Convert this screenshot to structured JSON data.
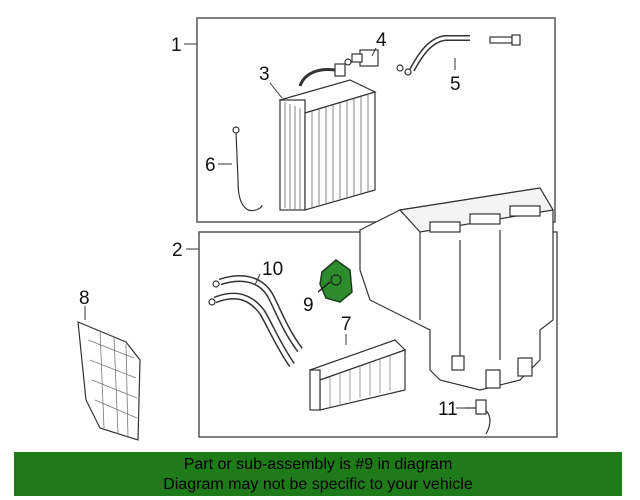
{
  "diagram": {
    "callouts": {
      "group1": "1",
      "group2": "2",
      "part3": "3",
      "part4": "4",
      "part5": "5",
      "part6": "6",
      "part7": "7",
      "part8": "8",
      "part9": "9",
      "part10": "10",
      "part11": "11"
    },
    "highlight_color": "#2e8b2e"
  },
  "banner": {
    "line1": "Part or sub-assembly is #9 in diagram",
    "line2": "Diagram may not be specific to your vehicle",
    "background": "#1f7a1a"
  }
}
